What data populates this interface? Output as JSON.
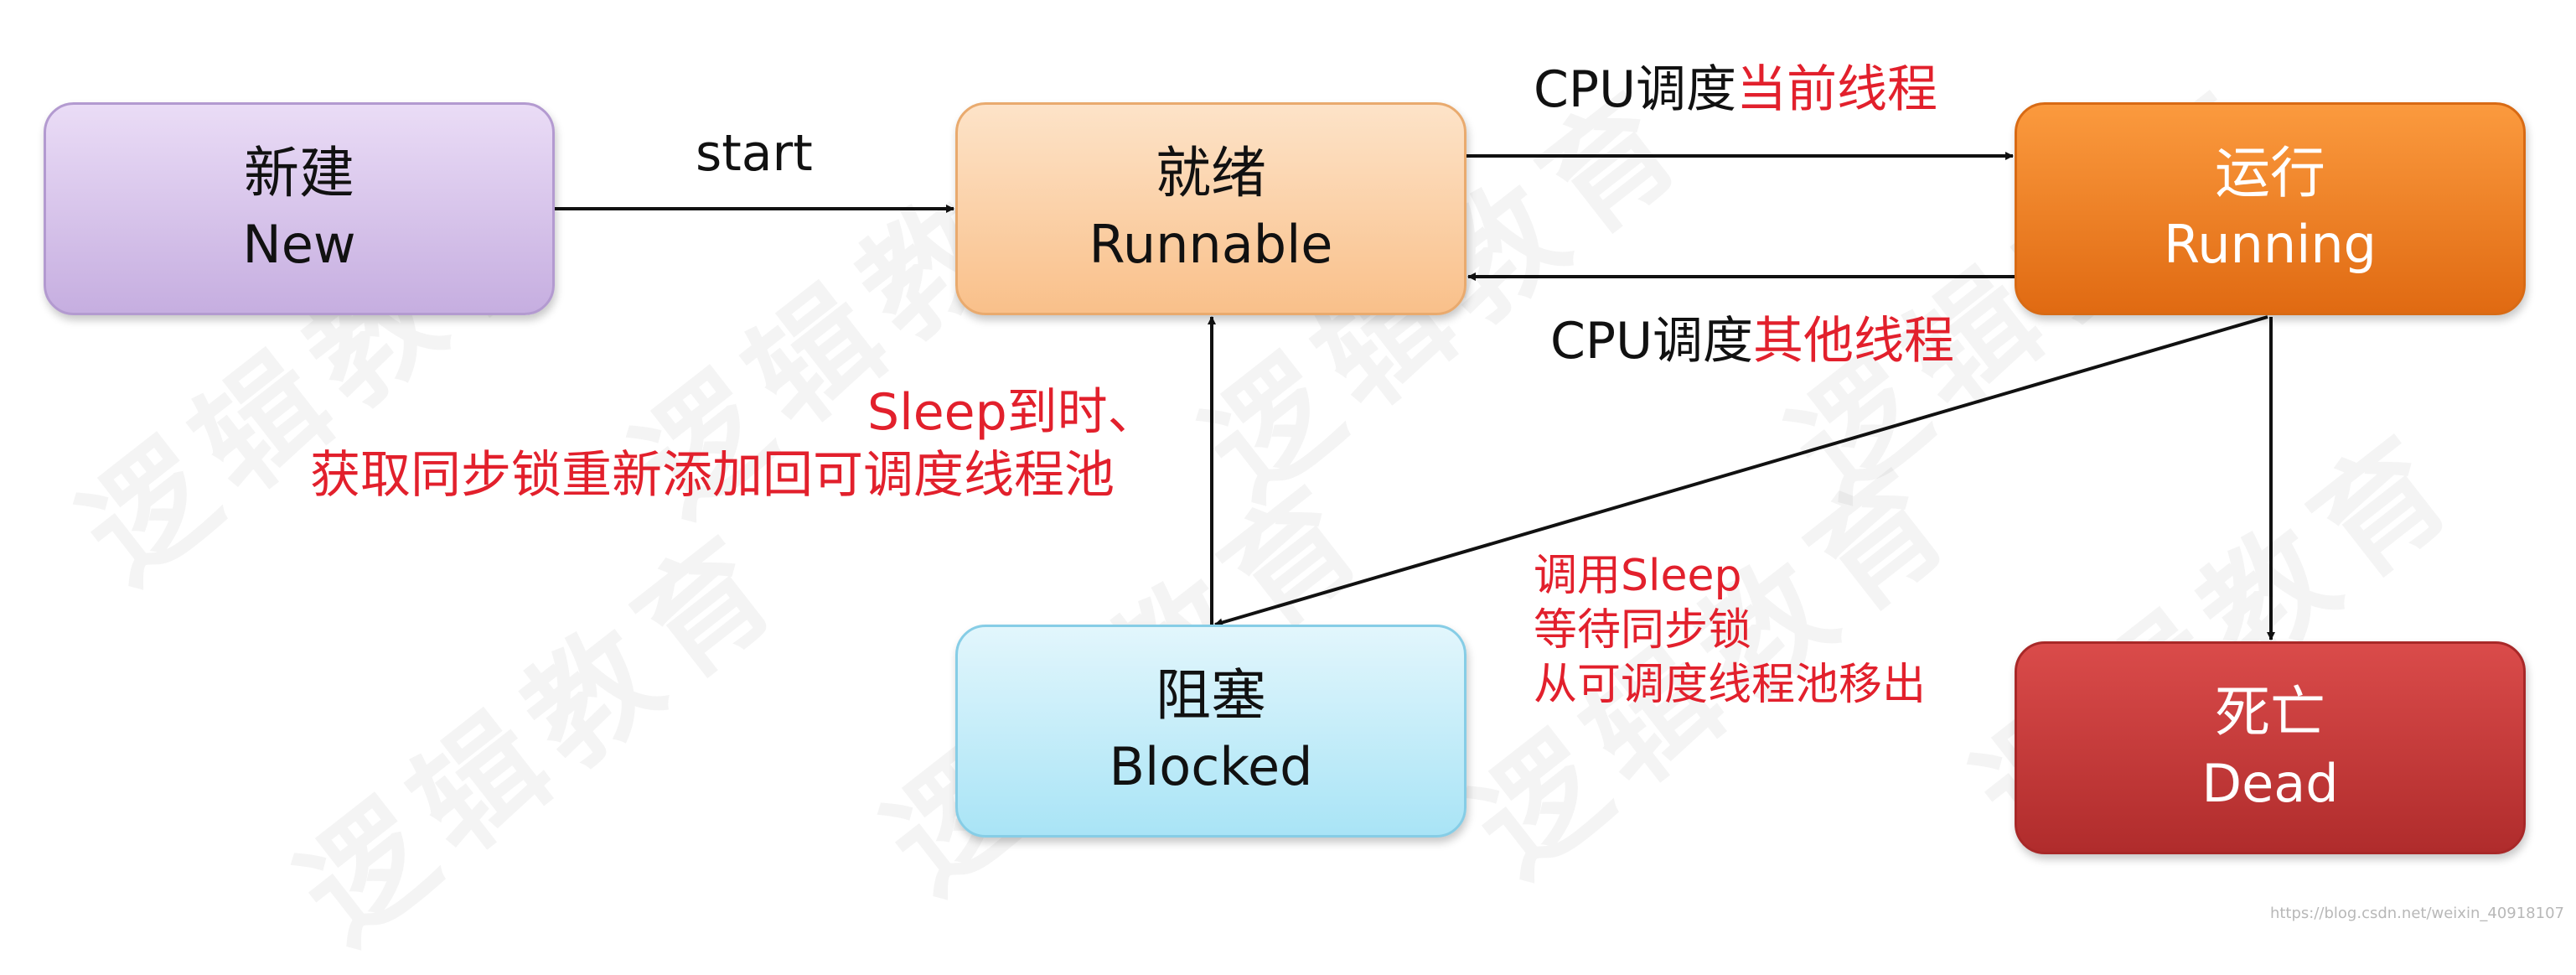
{
  "watermark": "逻辑教育",
  "nodes": {
    "new": {
      "cn": "新建",
      "en": "New"
    },
    "runnable": {
      "cn": "就绪",
      "en": "Runnable"
    },
    "running": {
      "cn": "运行",
      "en": "Running"
    },
    "blocked": {
      "cn": "阻塞",
      "en": "Blocked"
    },
    "dead": {
      "cn": "死亡",
      "en": "Dead"
    }
  },
  "edges": {
    "start": "start",
    "cpu_current": {
      "prefix": "CPU调度",
      "highlight": "当前线程"
    },
    "cpu_other": {
      "prefix": "CPU调度",
      "highlight": "其他线程"
    },
    "sleep_return": {
      "line1": "Sleep到时、",
      "line2": "获取同步锁重新添加回可调度线程池"
    },
    "sleep_call": {
      "line1": "调用Sleep",
      "line2": "等待同步锁",
      "line3": "从可调度线程池移出"
    }
  },
  "footer": "https://blog.csdn.net/weixin_40918107",
  "colors": {
    "new": "#d9c6ee",
    "runnable": "#fbd2a8",
    "running": "#f0811f",
    "blocked": "#c4edf9",
    "dead": "#c73a3a",
    "red_text": "#e2202c"
  }
}
